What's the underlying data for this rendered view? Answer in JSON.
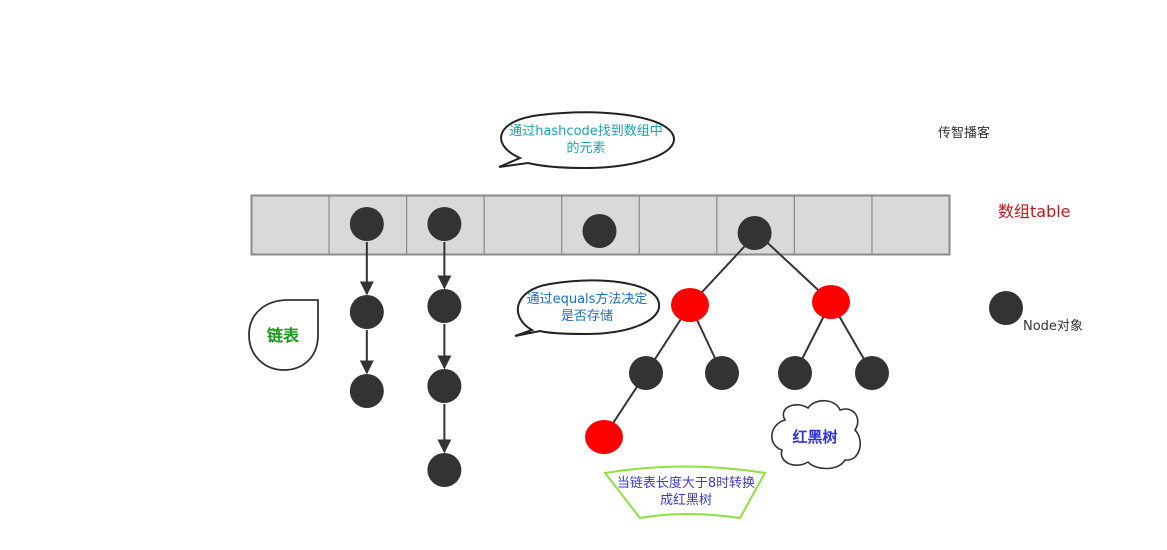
{
  "diagram": {
    "title": "HashMap structure: array + linked list + red-black tree",
    "watermark": "传智播客",
    "array_label": "数组table",
    "array_cell_count": 9,
    "array_colors": {
      "fill": "#d9d9d9",
      "stroke": "#8a8a8a"
    },
    "node_colors": {
      "black": "#333333",
      "red": "#ff0000"
    },
    "callouts": {
      "hashcode": {
        "lines": [
          "通过hashcode找到数组中",
          "的元素"
        ],
        "color": "#1aa3b5"
      },
      "equals": {
        "lines": [
          "通过equals方法决定",
          "是否存储"
        ],
        "color": "#1a6fc4"
      },
      "convert": {
        "lines": [
          "当链表长度大于8时转换",
          "成红黑树"
        ],
        "color": "#3b3bcc",
        "border": "#8fe043"
      }
    },
    "labels": {
      "linked_list": {
        "text": "链表",
        "color": "#1a9a1a"
      },
      "red_black_tree": {
        "text": "红黑树",
        "color": "#3333dd"
      },
      "node_legend": "Node对象"
    },
    "array_nodes": [
      {
        "cell": 1,
        "color": "black"
      },
      {
        "cell": 2,
        "color": "black"
      },
      {
        "cell": 4,
        "color": "black"
      },
      {
        "cell": 6,
        "color": "black"
      }
    ],
    "linked_lists": [
      {
        "bucket": 1,
        "length": 3
      },
      {
        "bucket": 2,
        "length": 4
      }
    ],
    "tree": {
      "root": {
        "color": "black",
        "children": [
          {
            "color": "red",
            "children": [
              {
                "color": "black",
                "children": [
                  {
                    "color": "red",
                    "children": []
                  }
                ]
              },
              {
                "color": "black",
                "children": []
              }
            ]
          },
          {
            "color": "red",
            "children": [
              {
                "color": "black",
                "children": []
              },
              {
                "color": "black",
                "children": []
              }
            ]
          }
        ]
      }
    }
  }
}
